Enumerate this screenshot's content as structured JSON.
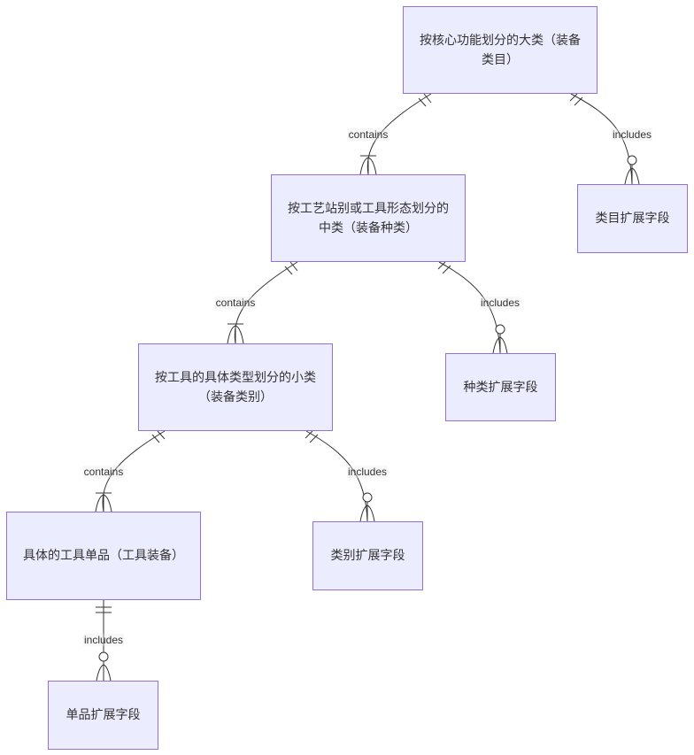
{
  "diagram": {
    "type": "entity-relationship",
    "colors": {
      "entity_fill": "#ececff",
      "entity_border": "#9370db",
      "line": "#333333",
      "text": "#333333"
    },
    "entities": {
      "major_category": {
        "label": "按核心功能划分的大类（装备类目）"
      },
      "category_ext": {
        "label": "类目扩展字段"
      },
      "middle_category": {
        "label": "按工艺站别或工具形态划分的中类（装备种类）"
      },
      "kind_ext": {
        "label": "种类扩展字段"
      },
      "minor_category": {
        "label": "按工具的具体类型划分的小类（装备类别）"
      },
      "class_ext": {
        "label": "类别扩展字段"
      },
      "tool_item": {
        "label": "具体的工具单品（工具装备）"
      },
      "item_ext": {
        "label": "单品扩展字段"
      }
    },
    "relationships": [
      {
        "from": "major_category",
        "to": "middle_category",
        "label": "contains",
        "from_cardinality": "exactly-one",
        "to_cardinality": "one-or-more"
      },
      {
        "from": "major_category",
        "to": "category_ext",
        "label": "includes",
        "from_cardinality": "exactly-one",
        "to_cardinality": "zero-or-more"
      },
      {
        "from": "middle_category",
        "to": "minor_category",
        "label": "contains",
        "from_cardinality": "exactly-one",
        "to_cardinality": "one-or-more"
      },
      {
        "from": "middle_category",
        "to": "kind_ext",
        "label": "includes",
        "from_cardinality": "exactly-one",
        "to_cardinality": "zero-or-more"
      },
      {
        "from": "minor_category",
        "to": "tool_item",
        "label": "contains",
        "from_cardinality": "exactly-one",
        "to_cardinality": "one-or-more"
      },
      {
        "from": "minor_category",
        "to": "class_ext",
        "label": "includes",
        "from_cardinality": "exactly-one",
        "to_cardinality": "zero-or-more"
      },
      {
        "from": "tool_item",
        "to": "item_ext",
        "label": "includes",
        "from_cardinality": "exactly-one",
        "to_cardinality": "zero-or-more"
      }
    ]
  }
}
